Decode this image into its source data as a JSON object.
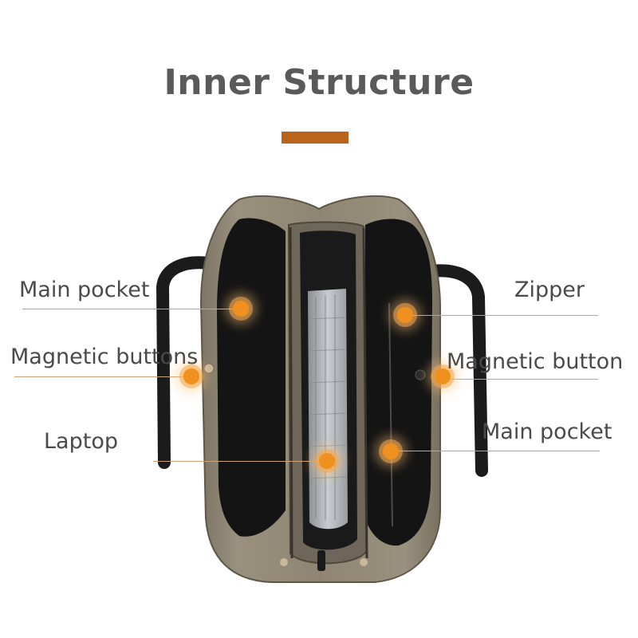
{
  "page": {
    "title": "Inner Structure",
    "accent_color": "#b8651b",
    "hotspot_color": "#f0901f"
  },
  "callouts": {
    "main_pocket_left": {
      "label": "Main pocket"
    },
    "magnetic_buttons": {
      "label": "Magnetic buttons"
    },
    "laptop": {
      "label": "Laptop"
    },
    "zipper": {
      "label": "Zipper"
    },
    "magnetic_button": {
      "label": "Magnetic button"
    },
    "main_pocket_right": {
      "label": "Main pocket"
    }
  }
}
